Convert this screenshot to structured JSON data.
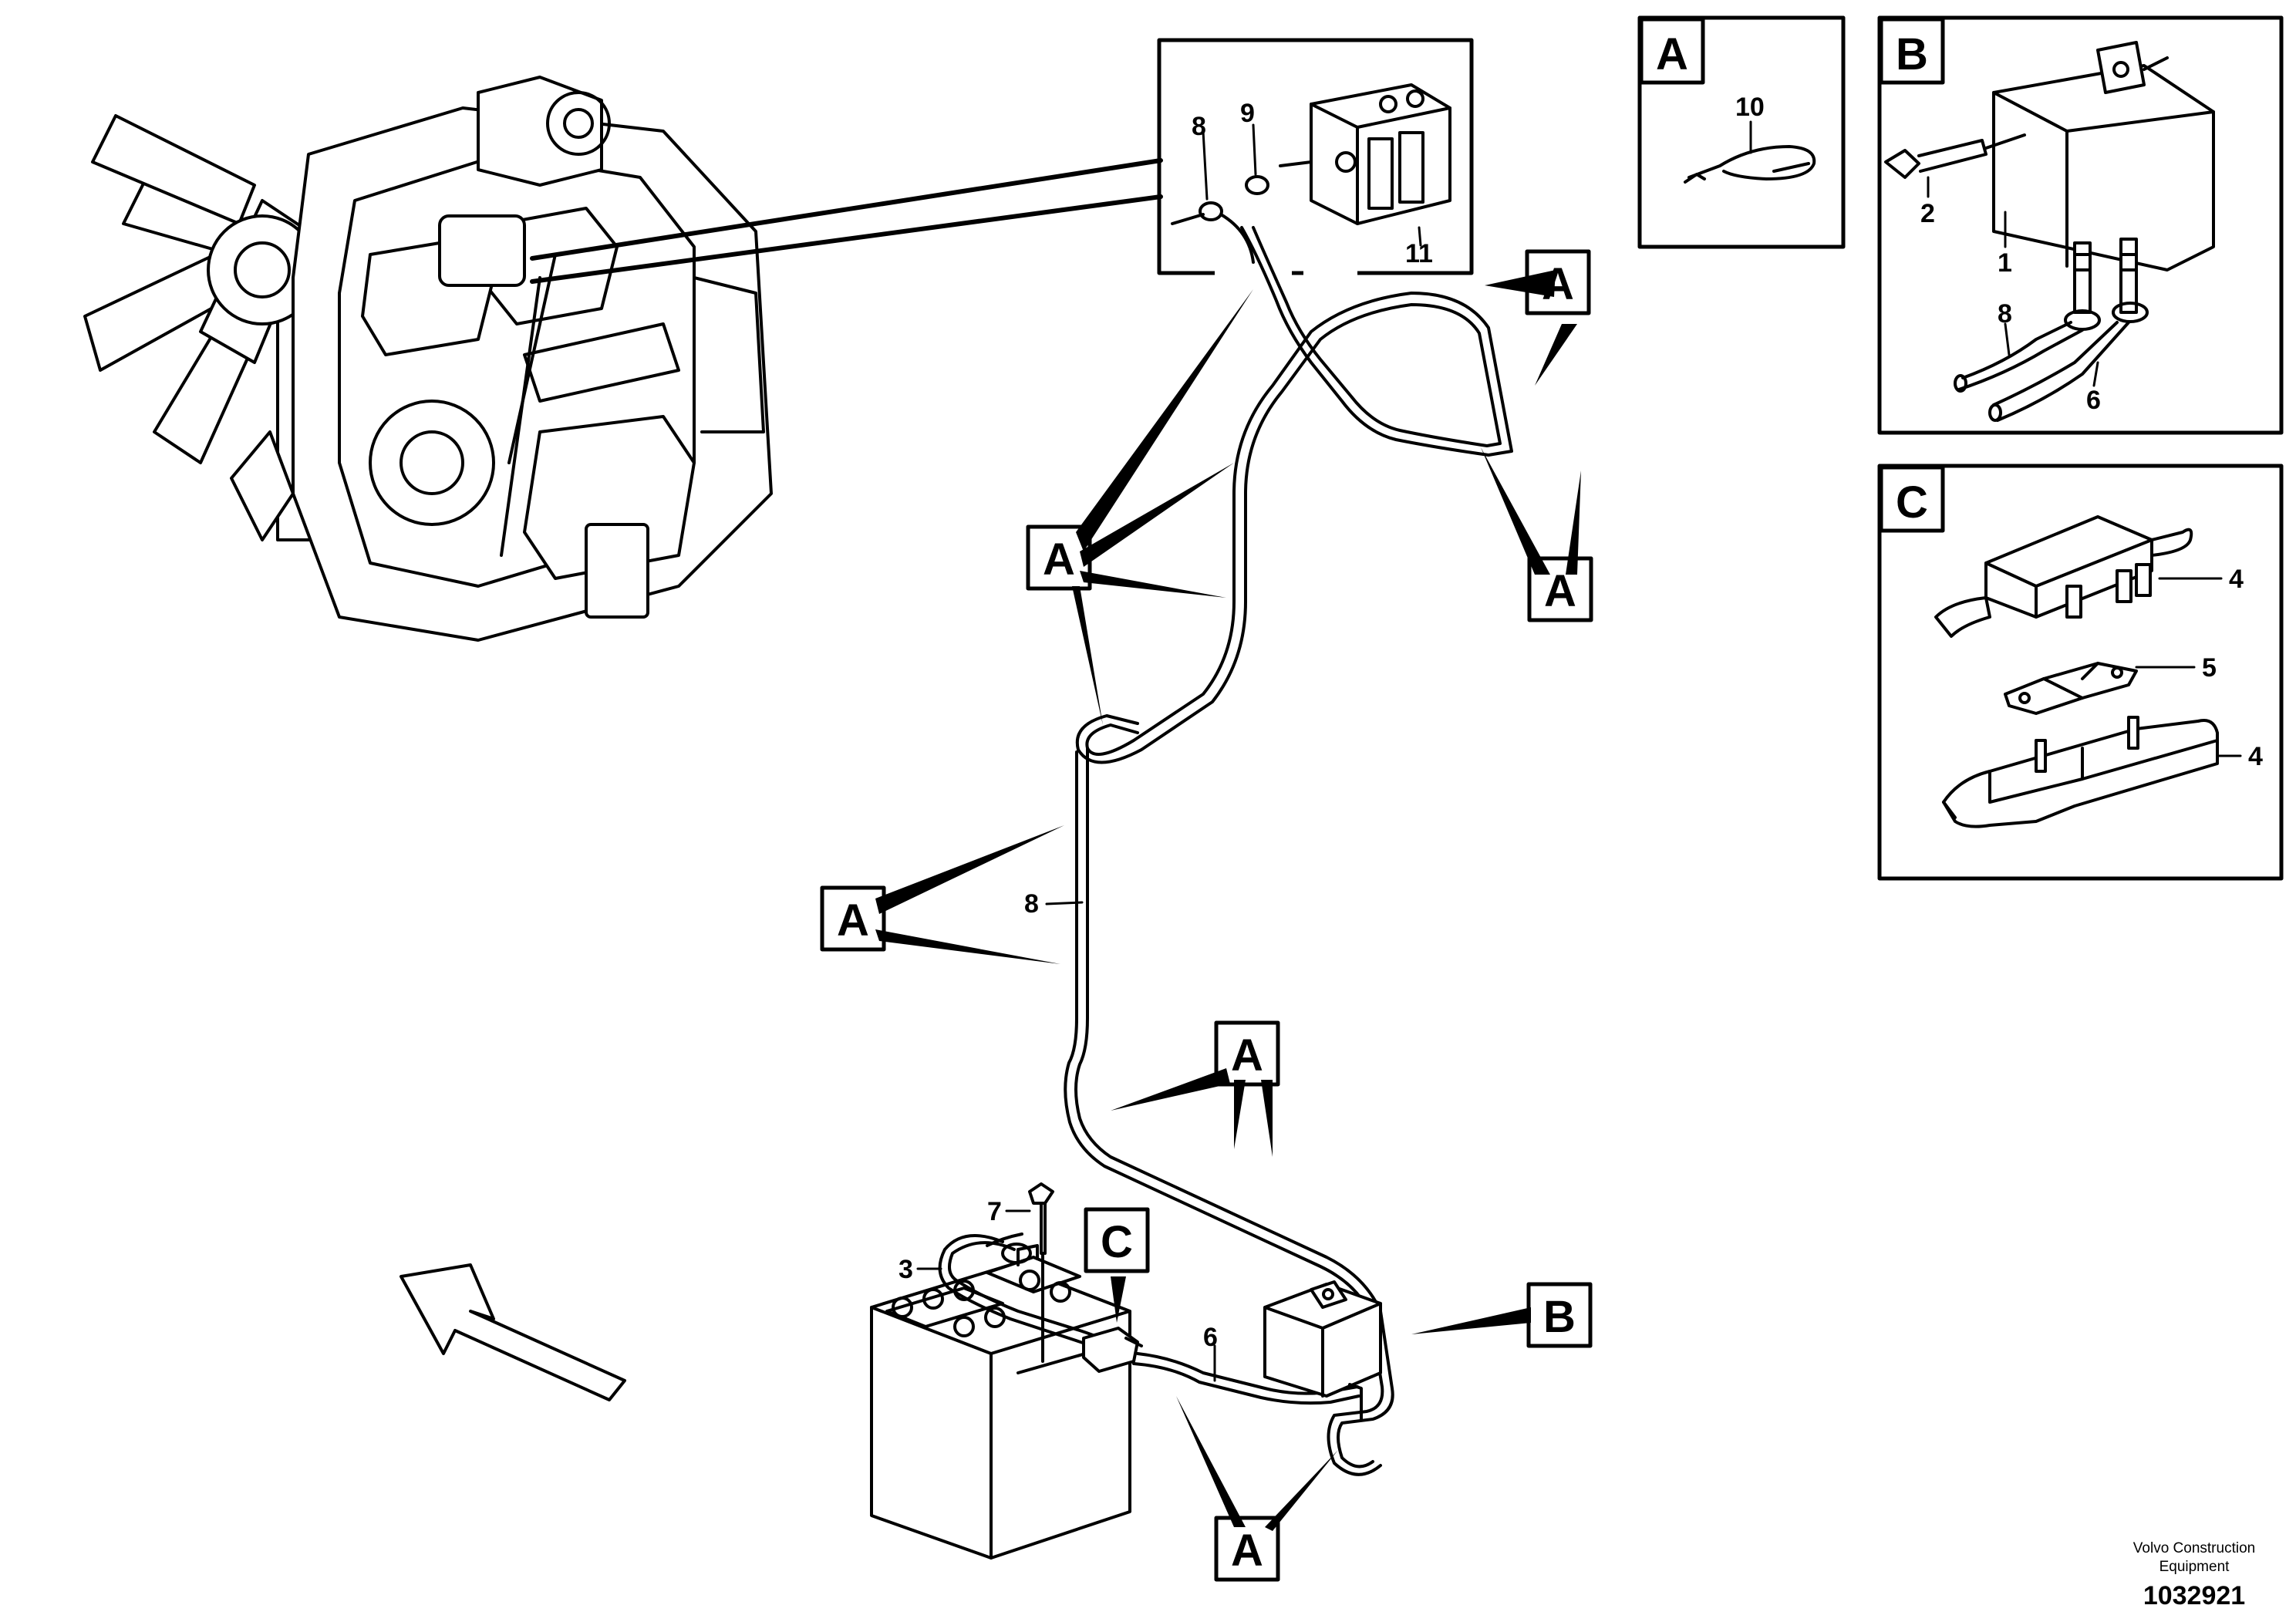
{
  "callouts": {
    "n1": "1",
    "n2": "2",
    "n3": "3",
    "n4a": "4",
    "n4b": "4",
    "n5": "5",
    "n6a": "6",
    "n6b": "6",
    "n7": "7",
    "n8a": "8",
    "n8b": "8",
    "n8c": "8",
    "n9": "9",
    "n10": "10",
    "n11": "11"
  },
  "detail_tags": {
    "a": "A",
    "b": "B",
    "c": "C"
  },
  "footer": {
    "brand_line1": "Volvo Construction",
    "brand_line2": "Equipment",
    "drawing_number": "1032921"
  }
}
